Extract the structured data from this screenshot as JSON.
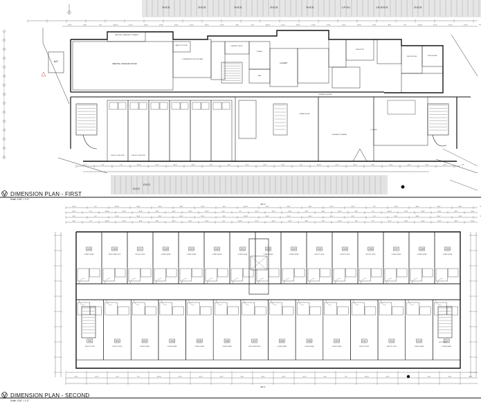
{
  "sheet": {
    "plan_first": {
      "title": "DIMENSION PLAN - FIRST",
      "scale": "Scale: 1/16\" = 1'-0\"",
      "rooms": [
        {
          "id": "meeting",
          "label": "MEETING / BANQUET ROOM"
        },
        {
          "id": "meeting-storage",
          "label": "MEETING / BANQUET STORAGE"
        },
        {
          "id": "conference",
          "label": "CONFERENCE ROOM & BAR"
        },
        {
          "id": "walkin",
          "label": "WALK-IN COOLER"
        },
        {
          "id": "laundry",
          "label": "LAUNDRY CHUTE"
        },
        {
          "id": "women",
          "label": "WOMEN"
        },
        {
          "id": "men",
          "label": "MEN"
        },
        {
          "id": "laundry2",
          "label": "LAUNDRY"
        },
        {
          "id": "reception",
          "label": "RECEPTION"
        },
        {
          "id": "electrical",
          "label": "ELECTRICAL"
        },
        {
          "id": "mech",
          "label": "MECH ROOM"
        },
        {
          "id": "great",
          "label": "GREAT ROOM"
        },
        {
          "id": "luggage",
          "label": "LUGGAGE STORAGE"
        },
        {
          "id": "lounge",
          "label": "LOUNGE"
        },
        {
          "id": "business",
          "label": "BUSINESS CENTER"
        },
        {
          "id": "king1",
          "label": "KING STD. KING SUITE"
        },
        {
          "id": "king2",
          "label": "KING STD. KING SUITE"
        },
        {
          "id": "ac",
          "label": "A/C"
        }
      ],
      "ev_labels": [
        "EVCS",
        "EVCS",
        "EVCS",
        "EVCS",
        "EVCS",
        "LP-EV",
        "LP-EVCS",
        "EVCS"
      ]
    },
    "plan_second": {
      "title": "DIMENSION PLAN - SECOND",
      "scale": "Scale: 1/16\" = 1'-0\"",
      "top_rooms": [
        {
          "num": "215",
          "type": "DOUBLE QUEEN"
        },
        {
          "num": "216",
          "type": "KING DOUBLE SUITE"
        },
        {
          "num": "217",
          "type": "KING STD. SUITE"
        },
        {
          "num": "218",
          "type": "DOUBLE QUEEN"
        },
        {
          "num": "219",
          "type": "DOUBLE QUEEN"
        },
        {
          "num": "220",
          "type": "DOUBLE QUEEN"
        },
        {
          "num": "221",
          "type": "DOUBLE QUEEN"
        },
        {
          "num": "222",
          "type": "DOUBLE QUEEN"
        },
        {
          "num": "223",
          "type": "DOUBLE QUEEN"
        },
        {
          "num": "224",
          "type": "KING STD. SUITE"
        },
        {
          "num": "225",
          "type": "KING STD. SUITE"
        },
        {
          "num": "226",
          "type": "KING STD. SUITE"
        },
        {
          "num": "227",
          "type": "DOUBLE QUEEN"
        },
        {
          "num": "228",
          "type": "DOUBLE QUEEN"
        },
        {
          "num": "229",
          "type": "DOUBLE QUEEN"
        }
      ],
      "bottom_rooms": [
        {
          "num": "201",
          "type": "KING STD. SUITE"
        },
        {
          "num": "202",
          "type": "KING STD. SUITE"
        },
        {
          "num": "203",
          "type": "DOUBLE QUEEN"
        },
        {
          "num": "204",
          "type": "DOUBLE QUEEN"
        },
        {
          "num": "205",
          "type": "DOUBLE QUEEN"
        },
        {
          "num": "206",
          "type": "DOUBLE QUEEN"
        },
        {
          "num": "207",
          "type": "KING DOUBLE SUITE"
        },
        {
          "num": "208",
          "type": "DOUBLE QUEEN"
        },
        {
          "num": "209",
          "type": "DOUBLE QUEEN"
        },
        {
          "num": "210",
          "type": "DOUBLE QUEEN"
        },
        {
          "num": "211",
          "type": "KING STD. SUITE"
        },
        {
          "num": "212",
          "type": "KING STD. SUITE"
        },
        {
          "num": "213",
          "type": "DOUBLE QUEEN"
        },
        {
          "num": "214",
          "type": "DOUBLE QUEEN"
        }
      ],
      "electrical": "ELECTRICAL"
    },
    "dimensions": {
      "top_overall": "381'-0\"",
      "bottom_overall": "381'-0\"",
      "typical": [
        "13'-6\"",
        "13'-0\"",
        "14'-0\"",
        "19'-0\"",
        "22'-0\"",
        "8'-6\"",
        "7'-6\"",
        "16'-10\"",
        "12'-4\"",
        "10'-6\""
      ]
    }
  }
}
